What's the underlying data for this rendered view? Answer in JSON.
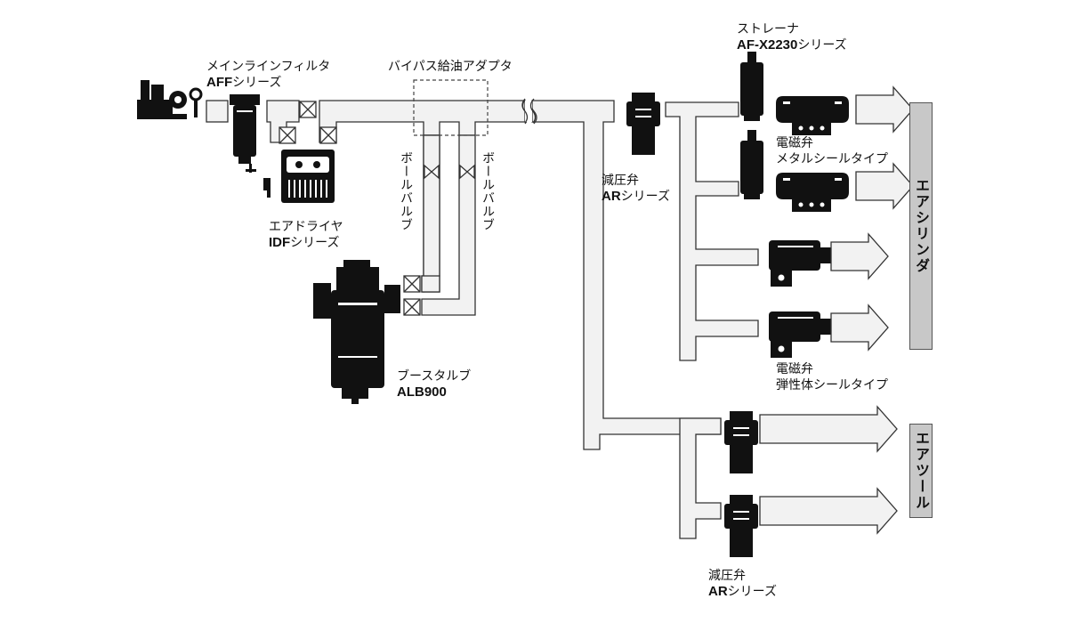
{
  "labels": {
    "main_filter_name": "メインラインフィルタ",
    "main_filter_code": "AFF",
    "main_filter_suffix": "シリーズ",
    "bypass": "バイパス給油アダプタ",
    "dryer_name": "エアドライヤ",
    "dryer_code": "IDF",
    "dryer_suffix": "シリーズ",
    "ball_valve_1": "ボールバルブ",
    "ball_valve_2": "ボールバルブ",
    "booster_name": "ブースタルブ",
    "booster_code": "ALB900",
    "strainer_name": "ストレーナ",
    "strainer_code": "AF-X2230",
    "strainer_suffix": "シリーズ",
    "reg_upper_name": "減圧弁",
    "reg_upper_code": "AR",
    "reg_upper_suffix": "シリーズ",
    "valve_metal_l1": "電磁弁",
    "valve_metal_l2": "メタルシールタイプ",
    "valve_elastic_l1": "電磁弁",
    "valve_elastic_l2": "弾性体シールタイプ",
    "reg_lower_name": "減圧弁",
    "reg_lower_code": "AR",
    "reg_lower_suffix": "シリーズ",
    "air_cylinder": "エアシリンダ",
    "air_tool": "エアツール"
  },
  "colors": {
    "pipe_fill": "#f2f2f2",
    "pipe_stroke": "#333333",
    "device": "#111111",
    "side_box": "#c8c8c8"
  }
}
